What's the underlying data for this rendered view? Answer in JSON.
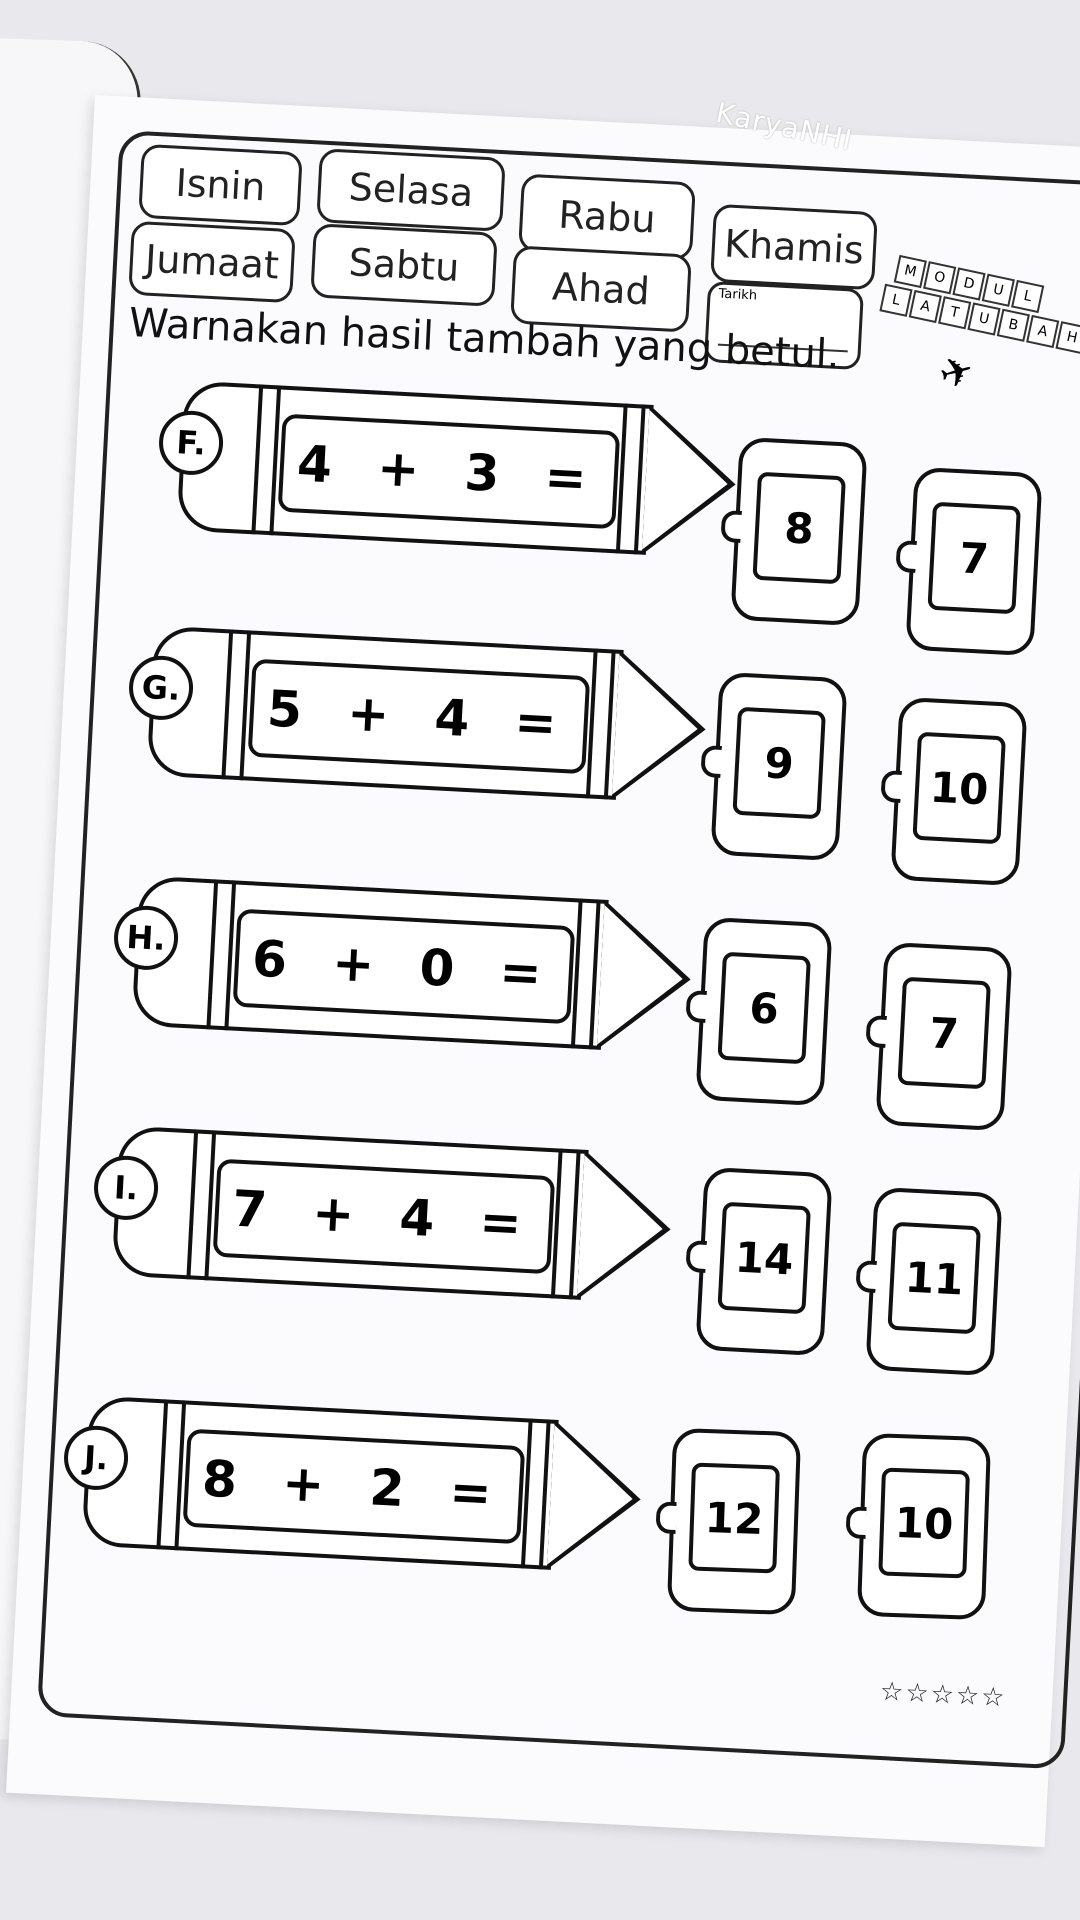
{
  "watermark": "KaryaNHI",
  "days": [
    "Isnin",
    "Selasa",
    "Rabu",
    "Khamis",
    "Jumaat",
    "Sabtu",
    "Ahad"
  ],
  "date_label": "Tarikh",
  "logo": {
    "row1": [
      "M",
      "O",
      "D",
      "U",
      "L"
    ],
    "row2": [
      "L",
      "A",
      "T",
      "U",
      "B",
      "A",
      "H"
    ]
  },
  "instruction": "Warnakan hasil tambah yang betul.",
  "questions": [
    {
      "label": "F.",
      "equation": "4 + 3 =",
      "options": [
        "8",
        "7"
      ]
    },
    {
      "label": "G.",
      "equation": "5 + 4 =",
      "options": [
        "9",
        "10"
      ]
    },
    {
      "label": "H.",
      "equation": "6 + 0 =",
      "options": [
        "6",
        "7"
      ]
    },
    {
      "label": "I.",
      "equation": "7 + 4 =",
      "options": [
        "14",
        "11"
      ]
    },
    {
      "label": "J.",
      "equation": "8 + 2 =",
      "options": [
        "12",
        "10"
      ]
    }
  ],
  "rating": "☆☆☆☆☆"
}
